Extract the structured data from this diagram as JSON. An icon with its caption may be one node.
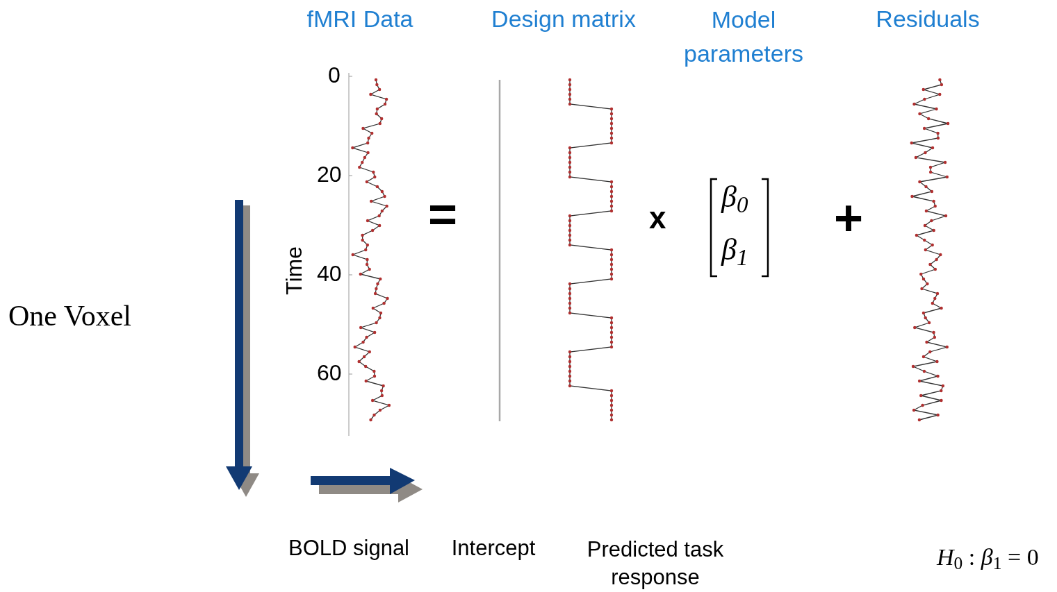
{
  "diagram": {
    "labels": [
      "fMRI Data",
      "Design matrix",
      "Model parameters",
      "Residuals",
      "0",
      "20",
      "40",
      "60",
      "Time",
      "=",
      "x",
      "β$_{0}$",
      "β$_{1}$",
      "+",
      "One Voxel",
      "BOLD signal",
      "Intercept",
      "Predicted task response",
      "*H*$_{0}$ : *β*$_{1}$ = 0"
    ]
  }
}
